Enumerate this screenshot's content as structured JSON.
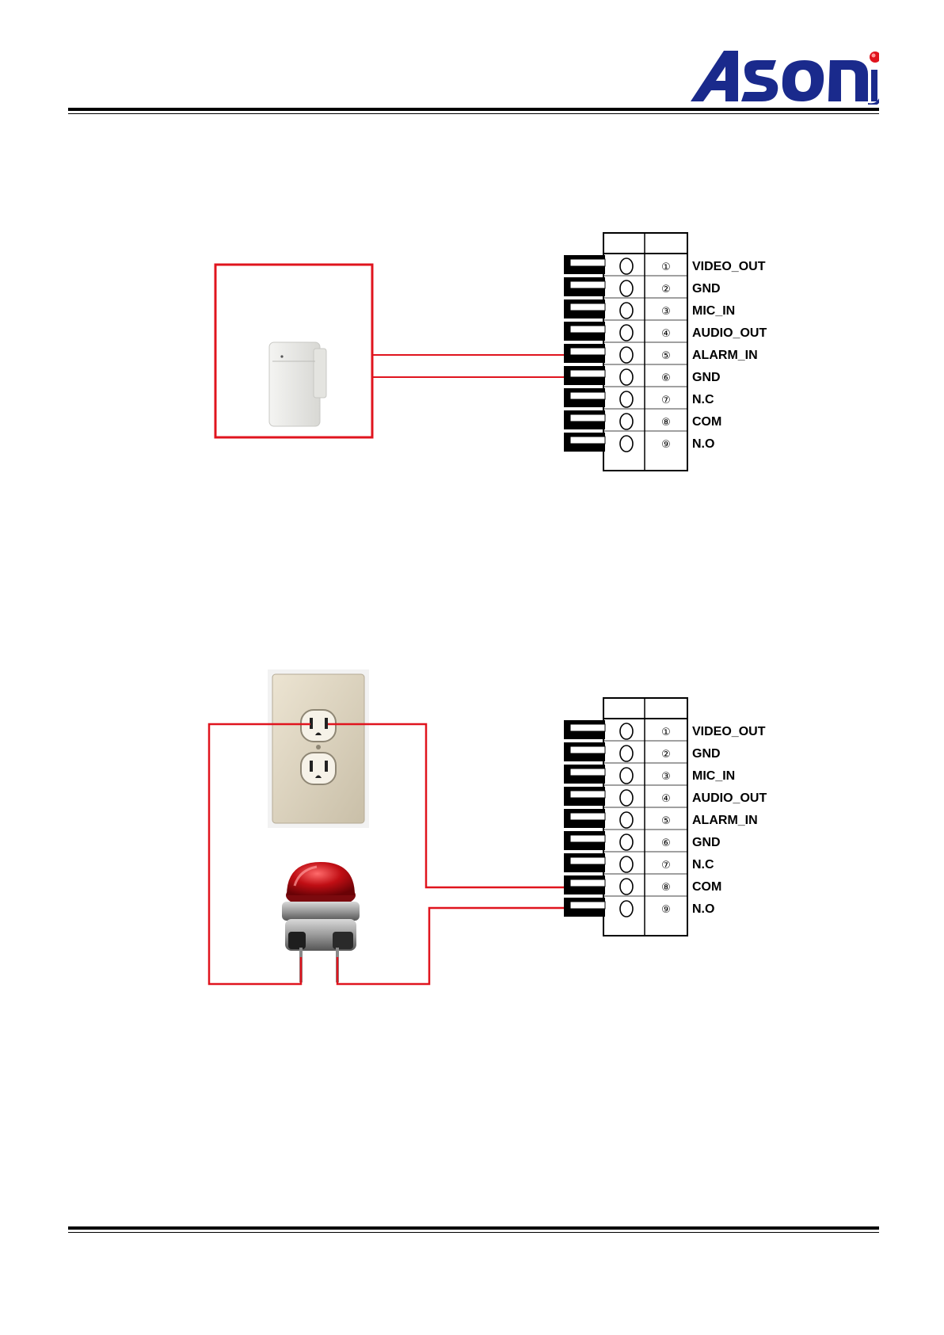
{
  "brand": {
    "logo_text": "Asoni"
  },
  "colors": {
    "wire": "#e0141e",
    "logo_blue": "#1a2a8c",
    "logo_dot": "#e0141e"
  },
  "terminal_block": {
    "pins": [
      {
        "number": "①",
        "label": "VIDEO_OUT"
      },
      {
        "number": "②",
        "label": "GND"
      },
      {
        "number": "③",
        "label": "MIC_IN"
      },
      {
        "number": "④",
        "label": "AUDIO_OUT"
      },
      {
        "number": "⑤",
        "label": "ALARM_IN"
      },
      {
        "number": "⑥",
        "label": "GND"
      },
      {
        "number": "⑦",
        "label": "N.C"
      },
      {
        "number": "⑧",
        "label": "COM"
      },
      {
        "number": "⑨",
        "label": "N.O"
      }
    ]
  },
  "diagrams": [
    {
      "device": "alarm-sensor",
      "wired_pins": [
        "⑤",
        "⑥"
      ]
    },
    {
      "devices": [
        "power-outlet",
        "warning-light"
      ],
      "wired_pins": [
        "⑧",
        "⑨"
      ]
    }
  ]
}
